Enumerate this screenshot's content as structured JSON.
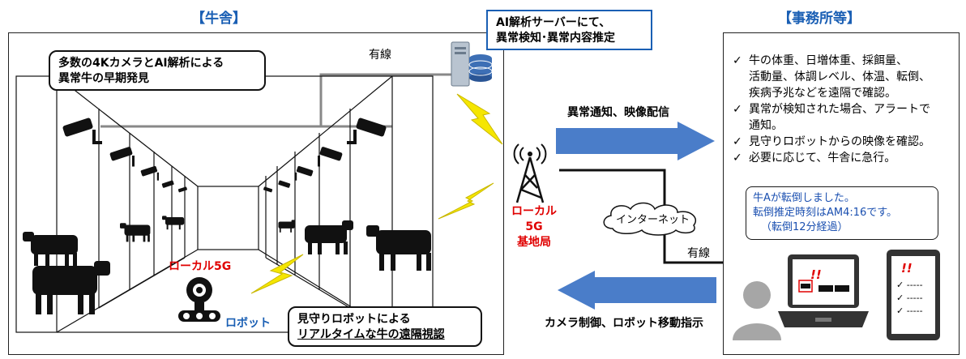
{
  "barn": {
    "title": "【牛舎】",
    "callout_top": [
      "多数の4KカメラとAI解析による",
      "異常牛の早期発見"
    ],
    "callout_bottom": [
      "見守りロボットによる",
      "リアルタイムな牛の遠隔視認"
    ],
    "local5g_label": "ローカル5G",
    "robot_label": "ロボット",
    "wired_label": "有線"
  },
  "server": {
    "lines": [
      "AI解析サーバーにて、",
      "異常検知･異常内容推定"
    ]
  },
  "base_station": {
    "lines": [
      "ローカル5G",
      "基地局"
    ]
  },
  "middle": {
    "arrow_right_label": "異常通知、映像配信",
    "arrow_left_label": "カメラ制御、ロボット移動指示",
    "internet_label": "インターネット",
    "wired_label": "有線"
  },
  "office": {
    "title": "【事務所等】",
    "checklist": [
      [
        "牛の体重、日増体重、採餌量、",
        "活動量、体調レベル、体温、転倒、",
        "疾病予兆などを遠隔で確認。"
      ],
      [
        "異常が検知された場合、アラートで",
        "通知。"
      ],
      [
        "見守りロボットからの映像を確認。"
      ],
      [
        "必要に応じて、牛舎に急行。"
      ]
    ],
    "check_symbol": "✓",
    "alert": [
      "牛Aが転倒しました。",
      "転倒推定時刻はAM4:16です。",
      "（転倒12分経過）"
    ],
    "warning_mark": "!!",
    "tablet_lines": [
      "-----",
      "-----",
      "-----"
    ]
  },
  "colors": {
    "accent_blue": "#1a5fb4",
    "arrow_blue": "#4a7dc9",
    "alert_red": "#e00000",
    "lightning": "#f5e600"
  }
}
